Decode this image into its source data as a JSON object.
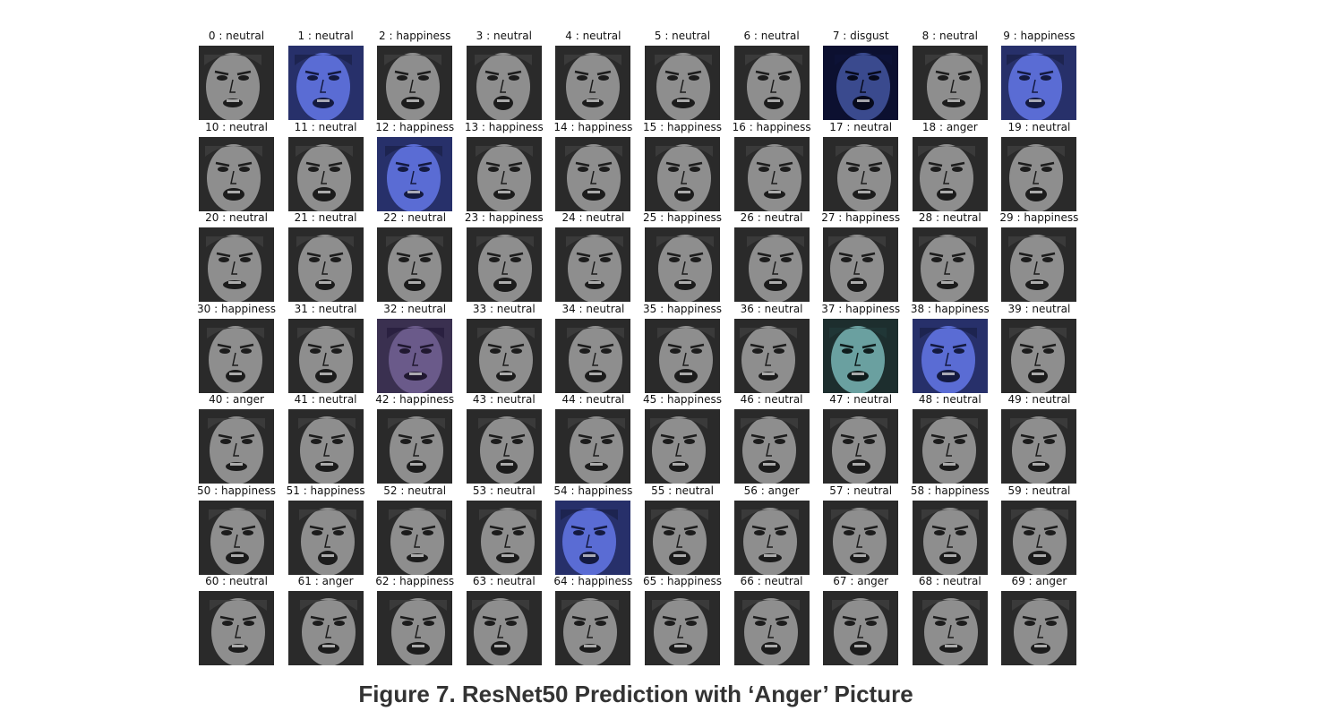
{
  "figure": {
    "caption": "Figure 7. ResNet50 Prediction with ‘Anger’ Picture",
    "images": [
      {
        "label": "0 : neutral",
        "tint": "gray"
      },
      {
        "label": "1 : neutral",
        "tint": "blue"
      },
      {
        "label": "2 : happiness",
        "tint": "gray"
      },
      {
        "label": "3 : neutral",
        "tint": "gray"
      },
      {
        "label": "4 : neutral",
        "tint": "gray"
      },
      {
        "label": "5 : neutral",
        "tint": "gray"
      },
      {
        "label": "6 : neutral",
        "tint": "gray"
      },
      {
        "label": "7 : disgust",
        "tint": "darkblue"
      },
      {
        "label": "8 : neutral",
        "tint": "gray"
      },
      {
        "label": "9 : happiness",
        "tint": "blue"
      },
      {
        "label": "10 : neutral",
        "tint": "gray"
      },
      {
        "label": "11 : neutral",
        "tint": "gray"
      },
      {
        "label": "12 : happiness",
        "tint": "blue"
      },
      {
        "label": "13 : happiness",
        "tint": "gray"
      },
      {
        "label": "14 : happiness",
        "tint": "gray"
      },
      {
        "label": "15 : happiness",
        "tint": "gray"
      },
      {
        "label": "16 : happiness",
        "tint": "gray"
      },
      {
        "label": "17 : neutral",
        "tint": "gray"
      },
      {
        "label": "18 : anger",
        "tint": "gray"
      },
      {
        "label": "19 : neutral",
        "tint": "gray"
      },
      {
        "label": "20 : neutral",
        "tint": "gray"
      },
      {
        "label": "21 : neutral",
        "tint": "gray"
      },
      {
        "label": "22 : neutral",
        "tint": "gray"
      },
      {
        "label": "23 : happiness",
        "tint": "gray"
      },
      {
        "label": "24 : neutral",
        "tint": "gray"
      },
      {
        "label": "25 : happiness",
        "tint": "gray"
      },
      {
        "label": "26 : neutral",
        "tint": "gray"
      },
      {
        "label": "27 : happiness",
        "tint": "gray"
      },
      {
        "label": "28 : neutral",
        "tint": "gray"
      },
      {
        "label": "29 : happiness",
        "tint": "gray"
      },
      {
        "label": "30 : happiness",
        "tint": "gray"
      },
      {
        "label": "31 : neutral",
        "tint": "gray"
      },
      {
        "label": "32 : neutral",
        "tint": "purple"
      },
      {
        "label": "33 : neutral",
        "tint": "gray"
      },
      {
        "label": "34 : neutral",
        "tint": "gray"
      },
      {
        "label": "35 : happiness",
        "tint": "gray"
      },
      {
        "label": "36 : neutral",
        "tint": "gray"
      },
      {
        "label": "37 : happiness",
        "tint": "teal"
      },
      {
        "label": "38 : happiness",
        "tint": "blue"
      },
      {
        "label": "39 : neutral",
        "tint": "gray"
      },
      {
        "label": "40 : anger",
        "tint": "gray"
      },
      {
        "label": "41 : neutral",
        "tint": "gray"
      },
      {
        "label": "42 : happiness",
        "tint": "gray"
      },
      {
        "label": "43 : neutral",
        "tint": "gray"
      },
      {
        "label": "44 : neutral",
        "tint": "gray"
      },
      {
        "label": "45 : happiness",
        "tint": "gray"
      },
      {
        "label": "46 : neutral",
        "tint": "gray"
      },
      {
        "label": "47 : neutral",
        "tint": "gray"
      },
      {
        "label": "48 : neutral",
        "tint": "gray"
      },
      {
        "label": "49 : neutral",
        "tint": "gray"
      },
      {
        "label": "50 : happiness",
        "tint": "gray"
      },
      {
        "label": "51 : happiness",
        "tint": "gray"
      },
      {
        "label": "52 : neutral",
        "tint": "gray"
      },
      {
        "label": "53 : neutral",
        "tint": "gray"
      },
      {
        "label": "54 : happiness",
        "tint": "blue"
      },
      {
        "label": "55 : neutral",
        "tint": "gray"
      },
      {
        "label": "56 : anger",
        "tint": "gray"
      },
      {
        "label": "57 : neutral",
        "tint": "gray"
      },
      {
        "label": "58 : happiness",
        "tint": "gray"
      },
      {
        "label": "59 : neutral",
        "tint": "gray"
      },
      {
        "label": "60 : neutral",
        "tint": "gray"
      },
      {
        "label": "61 : anger",
        "tint": "gray"
      },
      {
        "label": "62 : happiness",
        "tint": "gray"
      },
      {
        "label": "63 : neutral",
        "tint": "gray"
      },
      {
        "label": "64 : happiness",
        "tint": "gray"
      },
      {
        "label": "65 : happiness",
        "tint": "gray"
      },
      {
        "label": "66 : neutral",
        "tint": "gray"
      },
      {
        "label": "67 : anger",
        "tint": "gray"
      },
      {
        "label": "68 : neutral",
        "tint": "gray"
      },
      {
        "label": "69 : anger",
        "tint": "gray"
      }
    ]
  },
  "palette": {
    "gray": {
      "bg": "#2a2a2a",
      "skin": "#8e8e8e",
      "dark": "#1c1c1c",
      "hair": "#3a3a3a"
    },
    "blue": {
      "bg": "#27306a",
      "skin": "#5a6cd4",
      "dark": "#141a40",
      "hair": "#1d2450"
    },
    "darkblue": {
      "bg": "#0c1030",
      "skin": "#3a4a8e",
      "dark": "#070a1c",
      "hair": "#0d1236"
    },
    "purple": {
      "bg": "#3a3050",
      "skin": "#6a5a8a",
      "dark": "#201830",
      "hair": "#2a2040"
    },
    "teal": {
      "bg": "#1d2e2e",
      "skin": "#6aa0a0",
      "dark": "#0f1c1c",
      "hair": "#203636"
    }
  }
}
